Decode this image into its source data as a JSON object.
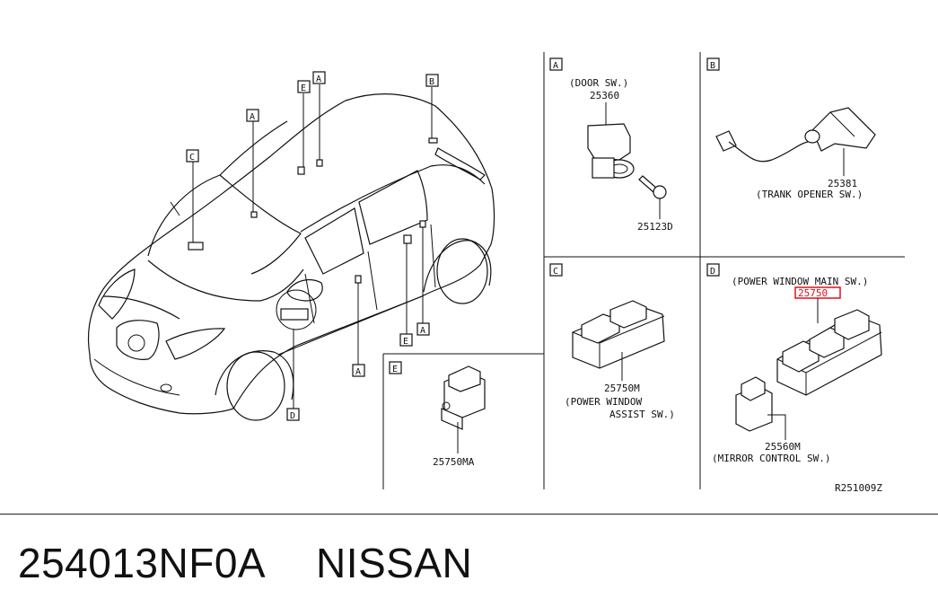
{
  "diagram": {
    "callouts": [
      "A",
      "B",
      "C",
      "D",
      "E"
    ],
    "panels": {
      "A": {
        "letter": "A",
        "title": "(DOOR SW.)",
        "part_main": "25360",
        "part_screw": "25123D"
      },
      "B": {
        "letter": "B",
        "part": "25381",
        "desc": "(TRANK OPENER SW.)"
      },
      "C": {
        "letter": "C",
        "part": "25750M",
        "desc_line1": "(POWER WINDOW",
        "desc_line2": "ASSIST SW.)"
      },
      "D": {
        "letter": "D",
        "title": "(POWER WINDOW MAIN SW.)",
        "part_main": "25750",
        "part_mirror": "25560M",
        "desc_mirror": "(MIRROR CONTROL SW.)"
      },
      "E": {
        "letter": "E",
        "part": "25750MA"
      }
    },
    "reference_code": "R251009Z",
    "highlight_color": "#e0101a"
  },
  "footer": {
    "part_number": "254013NF0A",
    "brand": "NISSAN"
  }
}
